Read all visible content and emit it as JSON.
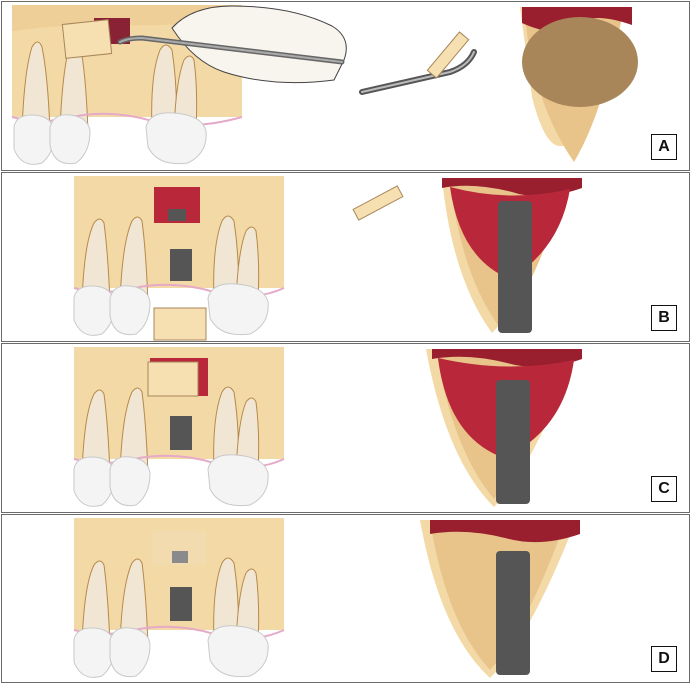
{
  "panels": [
    {
      "id": "A",
      "label": "A"
    },
    {
      "id": "B",
      "label": "B"
    },
    {
      "id": "C",
      "label": "C"
    },
    {
      "id": "D",
      "label": "D"
    }
  ],
  "colors": {
    "bone": "#f3d9a6",
    "bone_dark": "#e2b677",
    "bone_cortex": "#f7e4bd",
    "tooth": "#f1e6d4",
    "crown": "#f2f2f2",
    "gum_line": "#e6a9c8",
    "graft": "#b8283a",
    "sinus_membrane": "#9a1f2e",
    "sinus_air": "#a9865a",
    "implant": "#555555",
    "instrument": "#8a8a8a",
    "skin": "#f7f3ee"
  }
}
